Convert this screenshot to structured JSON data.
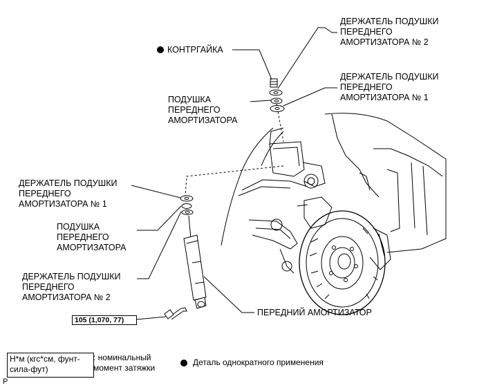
{
  "labels": {
    "retainer2_top": [
      "ДЕРЖАТЕЛЬ ПОДУШКИ",
      "ПЕРЕДНЕГО",
      "АМОРТИЗАТОРА № 2"
    ],
    "locknut": "КОНТРГАЙКА",
    "retainer1_top": [
      "ДЕРЖАТЕЛЬ ПОДУШКИ",
      "ПЕРЕДНЕГО",
      "АМОРТИЗАТОРА № 1"
    ],
    "cushion_top": [
      "ПОДУШКА",
      "ПЕРЕДНЕГО",
      "АМОРТИЗАТОРА"
    ],
    "retainer1_left": [
      "ДЕРЖАТЕЛЬ ПОДУШКИ",
      "ПЕРЕДНЕГО",
      "АМОРТИЗАТОРА № 1"
    ],
    "cushion_left": [
      "ПОДУШКА",
      "ПЕРЕДНЕГО",
      "АМОРТИЗАТОРА"
    ],
    "retainer2_left": [
      "ДЕРЖАТЕЛЬ ПОДУШКИ",
      "ПЕРЕДНЕГО",
      "АМОРТИЗАТОРА № 2"
    ],
    "front_shock": "ПЕРЕДНИЙ АМОРТИЗАТОР"
  },
  "torque": "105 (1,070, 77)",
  "legend": {
    "unit_box": [
      "Н*м (кгс*см, фунт-",
      "сила-фут)"
    ],
    "unit_desc": [
      ": номинальный",
      "момент затяжки"
    ],
    "non_reusable": "Деталь однократного применения"
  },
  "corner_mark": "P"
}
